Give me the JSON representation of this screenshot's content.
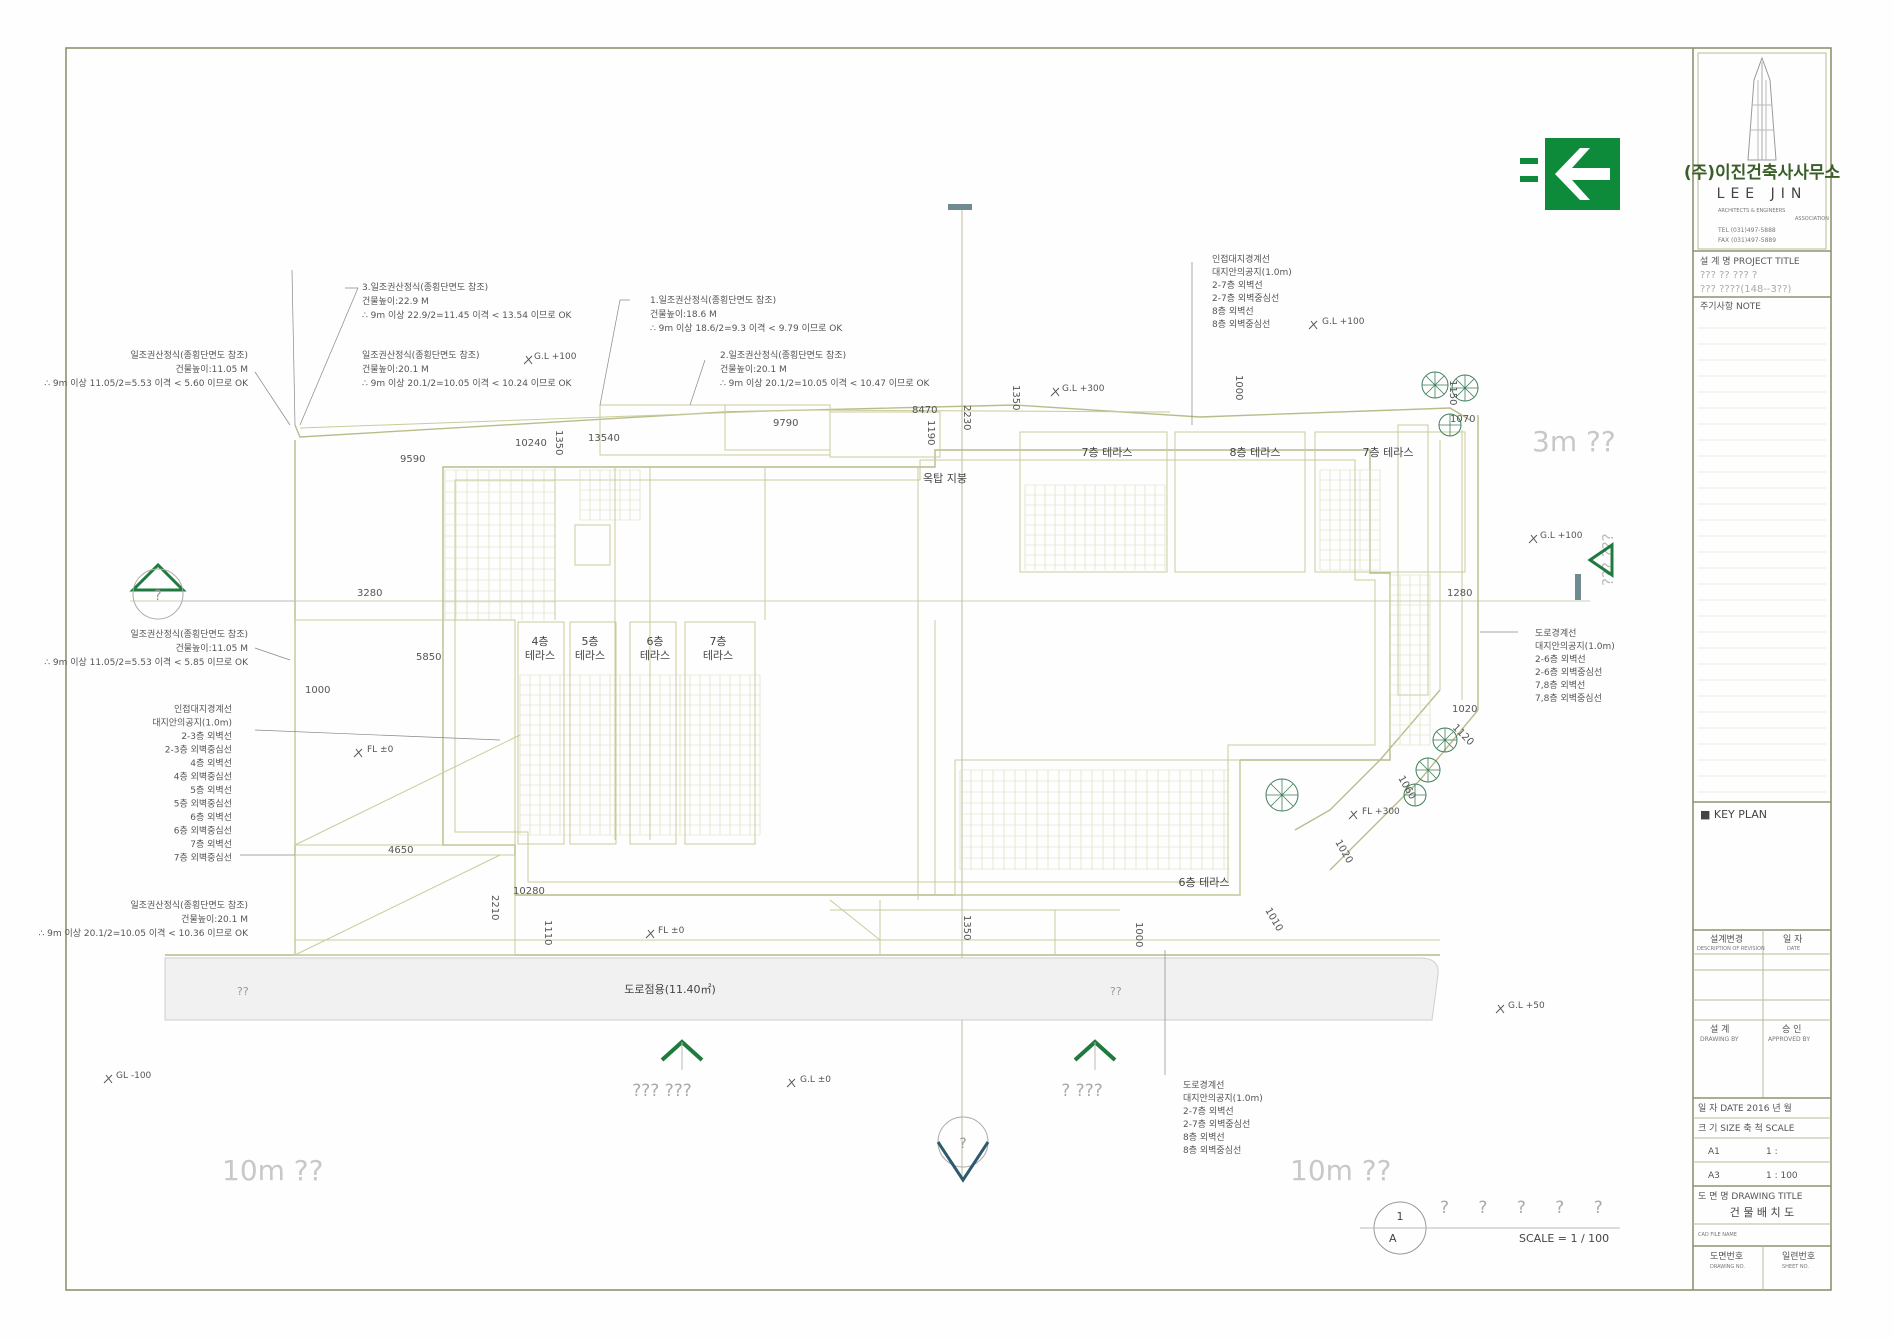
{
  "title_block": {
    "firm_name_kr": "(주)이진건축사사무소",
    "firm_name_en": "LEE JIN",
    "firm_sub": "ARCHITECTS & ENGINEERS",
    "firm_assoc": "ASSOCIATION",
    "tel": "TEL (031)497-5888",
    "fax": "FAX (031)497-5889",
    "project_label": "설 계 명 PROJECT TITLE",
    "project_line1": "??? ?? ??? ?",
    "project_line2": "??? ????(148--3??)",
    "notes_label": "주기사항 NOTE",
    "key_plan_label": "■ KEY PLAN",
    "revision_label": "설계변경",
    "revision_sub": "DESCRIPTION OF REVISION",
    "date_label": "일 자",
    "date_sub": "DATE",
    "drawn_label": "설 계",
    "drawn_sub": "DRAWING BY",
    "approved_label": "승 인",
    "approved_sub": "APPROVED BY",
    "date_row": "일 자 DATE   2016 년 월",
    "size_row": "크 기 SIZE    축 척 SCALE",
    "a1_label": "A1",
    "a1_value": "1 :",
    "a3_label": "A3",
    "a3_value": "1 : 100",
    "drawing_title_label": "도 면 명 DRAWING TITLE",
    "drawing_title": "건 물 배 치 도",
    "file_label": "CAD FILE NAME",
    "drawing_no_label": "도면번호",
    "drawing_no_sub": "DRAWING NO.",
    "sheet_no_label": "일련번호",
    "sheet_no_sub": "SHEET NO."
  },
  "plan": {
    "rooftop_label": "옥탑 지붕",
    "road_label": "도로점용(11.40㎡)",
    "road_q1": "??",
    "road_q2": "??",
    "terraces": {
      "t4": "4층\n테라스",
      "t5": "5층\n테라스",
      "t6": "6층\n테라스",
      "t7": "7층\n테라스",
      "t7a": "7층 테라스",
      "t8a": "8층 테라스",
      "t7b": "7층 테라스",
      "t6b": "6층 테라스"
    },
    "road_widths": {
      "east": "3m  ??",
      "south_left": "10m  ??",
      "south_right": "10m  ??"
    },
    "east_q": "??? ???",
    "north_markers": {
      "s1": "??? ???",
      "s2": "? ???"
    },
    "scale_text": "SCALE =  1 / 100",
    "drawing_marks": "? ? ? ? ?",
    "section_mark": "A",
    "section_no": "1",
    "bubble_q": "?"
  },
  "levels": {
    "gl100_top": "G.L +100",
    "gl300": "G.L +300",
    "gl100_ne": "G.L +100",
    "gl100_e": "G.L +100",
    "fl0_w": "FL ±0",
    "fl0_s": "FL ±0",
    "fl300": "FL +300",
    "gl50": "G.L +50",
    "gl_m100": "GL -100",
    "gl0": "G.L ±0"
  },
  "annotations": {
    "a3": [
      "3.일조권산정식(종횡단면도 참조)",
      "건물높이:22.9 M",
      "∴ 9m 이상 22.9/2=11.45 이격 < 13.54 이므로 OK"
    ],
    "a1": [
      "1.일조권산정식(종횡단면도 참조)",
      "건물높이:18.6 M",
      "∴ 9m 이상 18.6/2=9.3 이격 < 9.79 이므로 OK"
    ],
    "a_mid": [
      "일조권산정식(종횡단면도 참조)",
      "건물높이:20.1 M",
      "∴ 9m 이상 20.1/2=10.05 이격 < 10.24 이므로 OK"
    ],
    "a2": [
      "2.일조권산정식(종횡단면도 참조)",
      "건물높이:20.1 M",
      "∴ 9m 이상 20.1/2=10.05 이격 < 10.47 이므로 OK"
    ],
    "a_left1": [
      "일조권산정식(종횡단면도 참조)",
      "건물높이:11.05 M",
      "∴ 9m 이상 11.05/2=5.53 이격 < 5.60 이므로 OK"
    ],
    "a_left2": [
      "일조권산정식(종횡단면도 참조)",
      "건물높이:11.05 M",
      "∴ 9m 이상 11.05/2=5.53 이격 < 5.85 이므로 OK"
    ],
    "a_left3": [
      "일조권산정식(종횡단면도 참조)",
      "건물높이:20.1 M",
      "∴ 9m 이상 20.1/2=10.05 이격 < 10.36 이므로 OK"
    ],
    "ne_list": [
      "인접대지경계선",
      "대지안의공지(1.0m)",
      "2-7층 외벽선",
      "2-7층 외벽중심선",
      "8층 외벽선",
      "8층 외벽중심선"
    ],
    "e_list": [
      "도로경계선",
      "대지안의공지(1.0m)",
      "2-6층 외벽선",
      "2-6층 외벽중심선",
      "7,8층 외벽선",
      "7,8층 외벽중심선"
    ],
    "w_list": [
      "인접대지경계선",
      "대지안의공지(1.0m)",
      "2-3층 외벽선",
      "2-3층 외벽중심선",
      "4층 외벽선",
      "4층 외벽중심선",
      "5층 외벽선",
      "5층 외벽중심선",
      "6층 외벽선",
      "6층 외벽중심선",
      "7층 외벽선",
      "7층 외벽중심선"
    ],
    "s_list": [
      "도로경계선",
      "대지안의공지(1.0m)",
      "2-7층 외벽선",
      "2-7층 외벽중심선",
      "8층 외벽선",
      "8층 외벽중심선"
    ]
  },
  "dimensions": {
    "d9590": "9590",
    "d10240": "10240",
    "d1350a": "1350",
    "d13540": "13540",
    "d9790": "9790",
    "d8470": "8470",
    "d1190": "1190",
    "d2230": "2230",
    "d1350b": "1350",
    "d1000n": "1000",
    "d1150": "1150",
    "d1070": "1070",
    "d3280": "3280",
    "d5850": "5850",
    "d1000w": "1000",
    "d1280": "1280",
    "d1020": "1020",
    "d1120": "1120",
    "d1060": "1060",
    "d1020b": "1020",
    "d4650": "4650",
    "d2210": "2210",
    "d10280": "10280",
    "d1110": "1110",
    "d1350c": "1350",
    "d1000s": "1000",
    "d1010": "1010"
  },
  "colors": {
    "exit_green": "#0d8a3a",
    "marker_green": "#1f7a3d",
    "line": "#c9cc9a",
    "frame": "#8f9270"
  }
}
